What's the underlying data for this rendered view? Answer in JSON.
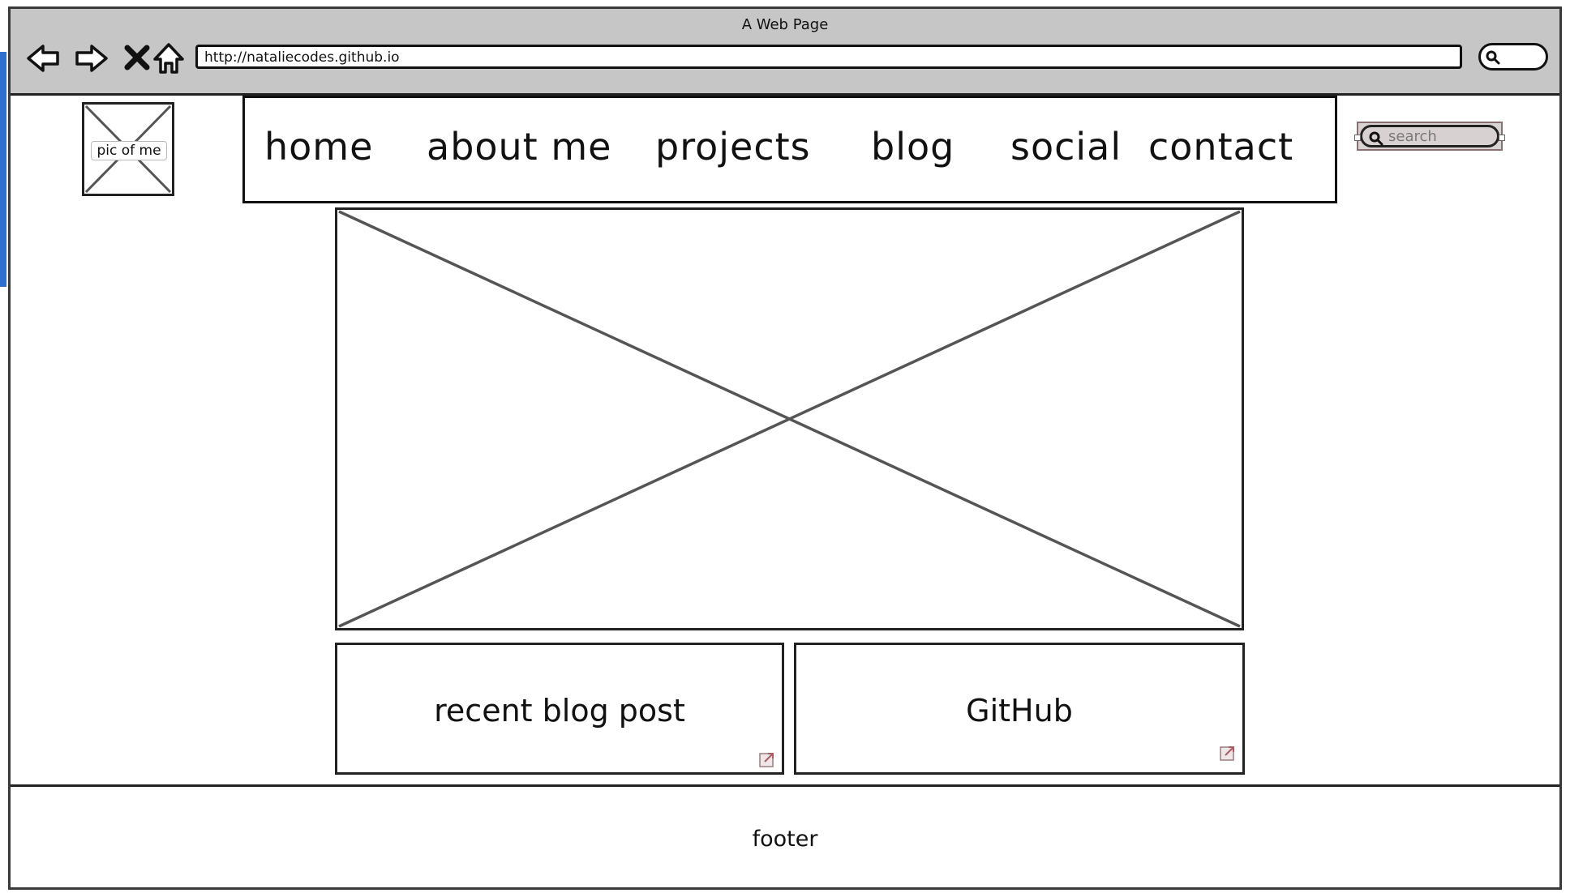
{
  "window": {
    "title": "A Web Page",
    "url": "http://nataliecodes.github.io"
  },
  "toolbar": {
    "icons": [
      "back-arrow-icon",
      "forward-arrow-icon",
      "close-icon",
      "home-icon"
    ],
    "search_icon": "search-icon"
  },
  "profile": {
    "label": "pic of me"
  },
  "nav": {
    "items": [
      {
        "label": "home"
      },
      {
        "label": "about me"
      },
      {
        "label": "projects"
      },
      {
        "label": "blog"
      },
      {
        "label": "social"
      },
      {
        "label": "contact"
      }
    ]
  },
  "search": {
    "placeholder": "search"
  },
  "cards": [
    {
      "label": "recent blog post"
    },
    {
      "label": "GitHub"
    }
  ],
  "footer": {
    "label": "footer"
  },
  "colors": {
    "chrome": "#c6c6c6",
    "accent": "#2f6fcf",
    "search_fill": "#d9d3d4"
  }
}
